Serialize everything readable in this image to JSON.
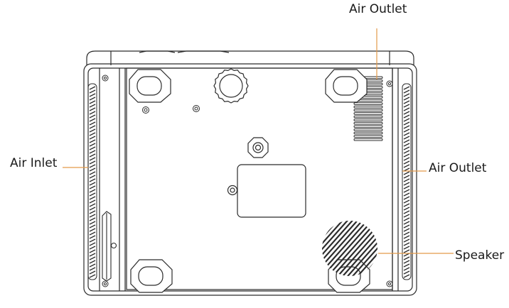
{
  "labels": {
    "air_outlet_top": "Air Outlet",
    "air_inlet": "Air Inlet",
    "air_outlet_right": "Air Outlet",
    "speaker": "Speaker"
  },
  "colors": {
    "outline": "#2b2b2b",
    "leader": "#e39a4a",
    "background": "#ffffff"
  }
}
